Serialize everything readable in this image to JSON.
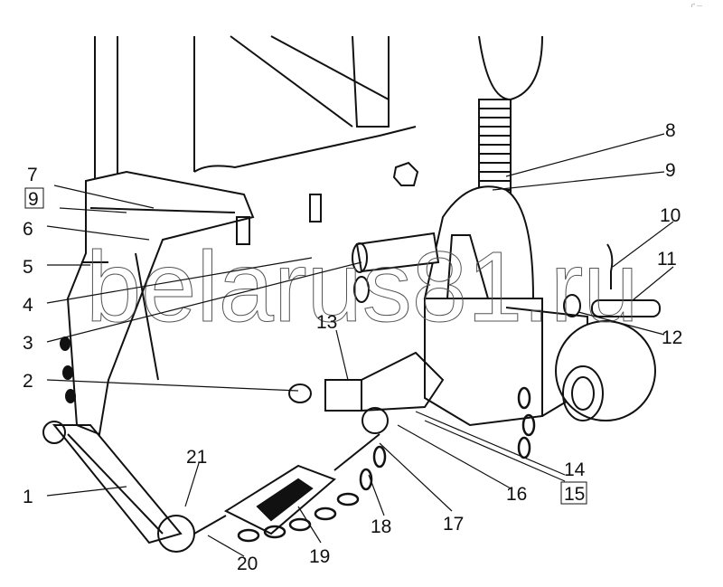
{
  "diagram": {
    "watermark": "belarus81.ru",
    "corner_mark": "r° ---",
    "callouts": [
      {
        "id": "1",
        "label": "1",
        "boxed": false
      },
      {
        "id": "2",
        "label": "2",
        "boxed": false
      },
      {
        "id": "3",
        "label": "3",
        "boxed": false
      },
      {
        "id": "4",
        "label": "4",
        "boxed": false
      },
      {
        "id": "5",
        "label": "5",
        "boxed": false
      },
      {
        "id": "6",
        "label": "6",
        "boxed": false
      },
      {
        "id": "7",
        "label": "7",
        "boxed": false
      },
      {
        "id": "9a",
        "label": "9",
        "boxed": true
      },
      {
        "id": "8",
        "label": "8",
        "boxed": false
      },
      {
        "id": "9b",
        "label": "9",
        "boxed": false
      },
      {
        "id": "10",
        "label": "10",
        "boxed": false
      },
      {
        "id": "11",
        "label": "11",
        "boxed": false
      },
      {
        "id": "12",
        "label": "12",
        "boxed": false
      },
      {
        "id": "13",
        "label": "13",
        "boxed": false
      },
      {
        "id": "14",
        "label": "14",
        "boxed": false
      },
      {
        "id": "15",
        "label": "15",
        "boxed": true
      },
      {
        "id": "16",
        "label": "16",
        "boxed": false
      },
      {
        "id": "17",
        "label": "17",
        "boxed": false
      },
      {
        "id": "18",
        "label": "18",
        "boxed": false
      },
      {
        "id": "19",
        "label": "19",
        "boxed": false
      },
      {
        "id": "20",
        "label": "20",
        "boxed": false
      },
      {
        "id": "21",
        "label": "21",
        "boxed": false
      }
    ]
  }
}
